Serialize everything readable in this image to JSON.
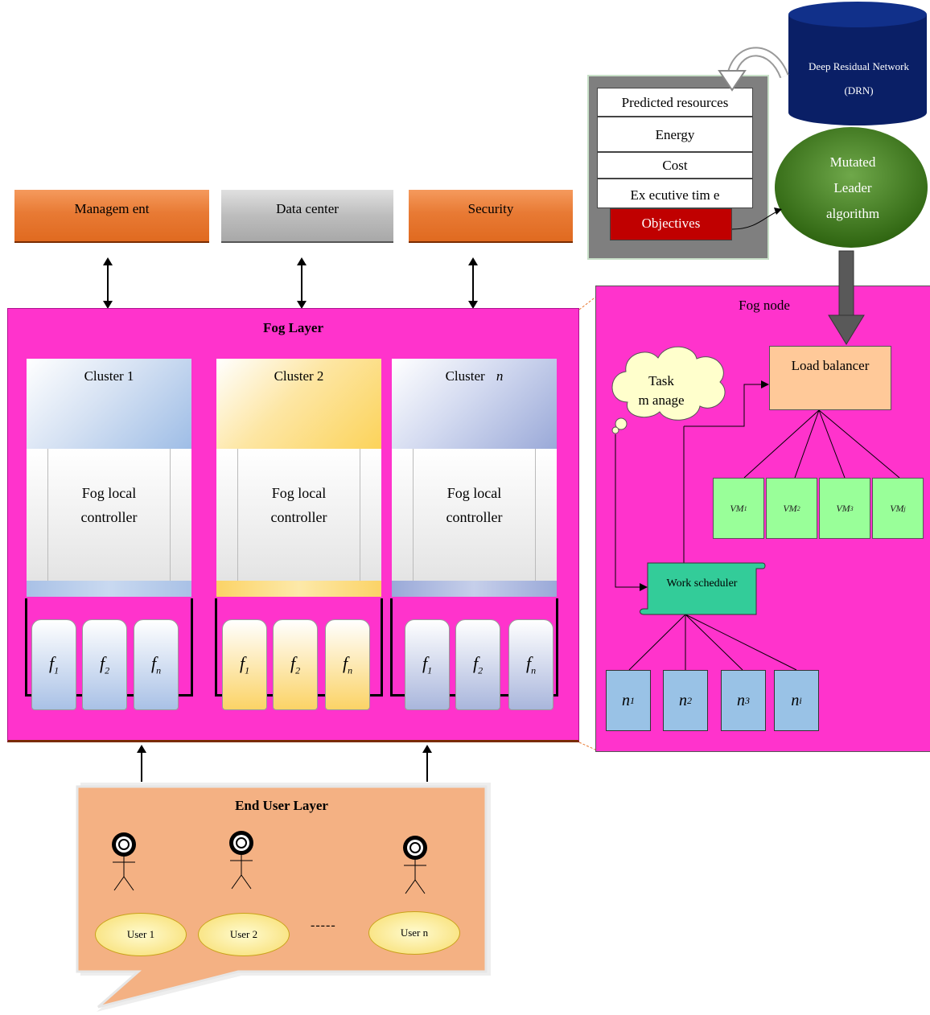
{
  "top_boxes": {
    "management": "Managem ent",
    "data_center": "Data center",
    "security": "Security"
  },
  "fog_layer": {
    "title": "Fog Layer",
    "clusters": [
      {
        "name": "Cluster 1",
        "controller_line1": "Fog local",
        "controller_line2": "controller",
        "functions": [
          "f1",
          "f2",
          "fn"
        ]
      },
      {
        "name": "Cluster 2",
        "controller_line1": "Fog local",
        "controller_line2": "controller",
        "functions": [
          "f1",
          "f2",
          "fn"
        ]
      },
      {
        "name": "Cluster",
        "name_suffix": "n",
        "controller_line1": "Fog local",
        "controller_line2": "controller",
        "functions": [
          "f1",
          "f2",
          "fn"
        ]
      }
    ]
  },
  "drn": {
    "line1": "Deep Residual Network",
    "line2": "(DRN)"
  },
  "objectives_panel": {
    "rows": [
      "Predicted resources",
      "Energy",
      "Cost",
      "Ex ecutive tim e"
    ],
    "objectives_label": "Objectives"
  },
  "mutated_leader": {
    "line1": "Mutated",
    "line2": "Leader",
    "line3": "algorithm"
  },
  "fog_node": {
    "title": "Fog node",
    "task_manage_line1": "Task",
    "task_manage_line2": "m anage",
    "load_balancer": "Load balancer",
    "vms": [
      "VM1",
      "VM2",
      "VM3",
      "VMj"
    ],
    "work_scheduler": "Work scheduler",
    "nodes": [
      "n1",
      "n2",
      "n3",
      "ni"
    ]
  },
  "end_user_layer": {
    "title": "End User Layer",
    "users": [
      "User 1",
      "User 2",
      "User n"
    ],
    "ellipsis": "-----"
  },
  "colors": {
    "fog_magenta": "#ff33cc",
    "orange_box": "#e87a34",
    "objectives_red": "#c00000",
    "drn_navy": "#0a1f66",
    "mutated_green": "#3f7a1a",
    "load_balancer": "#ffc999",
    "vm_green": "#99ff99",
    "work_scheduler": "#33cc99",
    "node_blue": "#99c2e6",
    "end_user_bg": "#f4b183"
  }
}
